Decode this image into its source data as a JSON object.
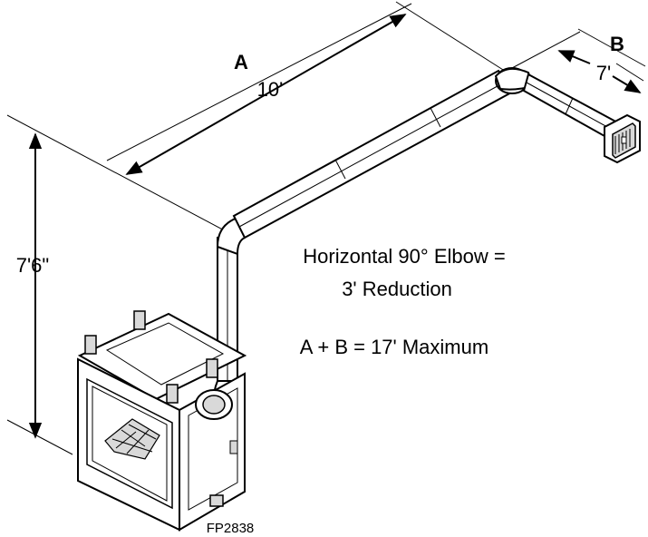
{
  "dimensions": {
    "a_letter": "A",
    "a_length": "10'",
    "b_letter": "B",
    "b_length": "7'",
    "height": "7'6\""
  },
  "notes": {
    "line1": "Horizontal 90° Elbow =",
    "line2": "3' Reduction",
    "line3": "A + B = 17' Maximum"
  },
  "figure_id": "FP2838",
  "colors": {
    "ink": "#000000",
    "paper": "#ffffff",
    "shade": "#d9d9d9"
  }
}
